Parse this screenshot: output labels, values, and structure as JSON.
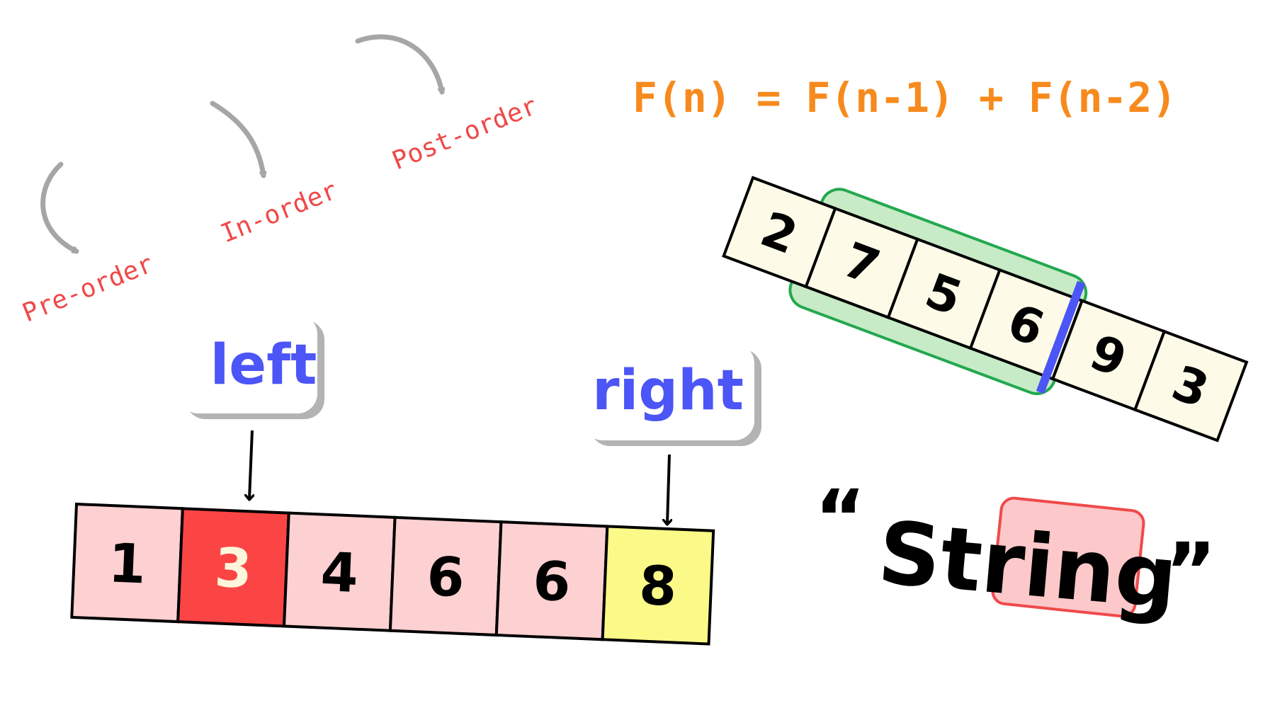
{
  "traversals": [
    {
      "label": "Pre-order"
    },
    {
      "label": "In-order"
    },
    {
      "label": "Post-order"
    }
  ],
  "formula": "F(n) = F(n-1) + F(n-2)",
  "two_pointers": {
    "left_label": "left",
    "right_label": "right",
    "cells": [
      "1",
      "3",
      "4",
      "6",
      "6",
      "8"
    ],
    "left_index": 1,
    "right_index": 5
  },
  "sliding_window": {
    "cells": [
      "2",
      "7",
      "5",
      "6",
      "9",
      "3"
    ],
    "window_start": 1,
    "window_end": 3
  },
  "string_demo": {
    "open_quote": "“",
    "prefix": "Str",
    "highlight": "ing",
    "close_quote": "”"
  },
  "colors": {
    "traversal_text": "#f04848",
    "arrow_gray": "#a6a6a6",
    "formula": "#f78a1d",
    "cell_pink": "#fdd0d2",
    "cell_red": "#fb4545",
    "cell_yellow": "#fbf987",
    "cell_cream": "#fdfbe7",
    "window_green_fill": "#c6ebc6",
    "window_green_stroke": "#23a84f",
    "divider_blue": "#4c55f5",
    "label_blue": "#4c55f5",
    "string_highlight_fill": "#fcc8ca",
    "string_highlight_stroke": "#f04a4a"
  }
}
